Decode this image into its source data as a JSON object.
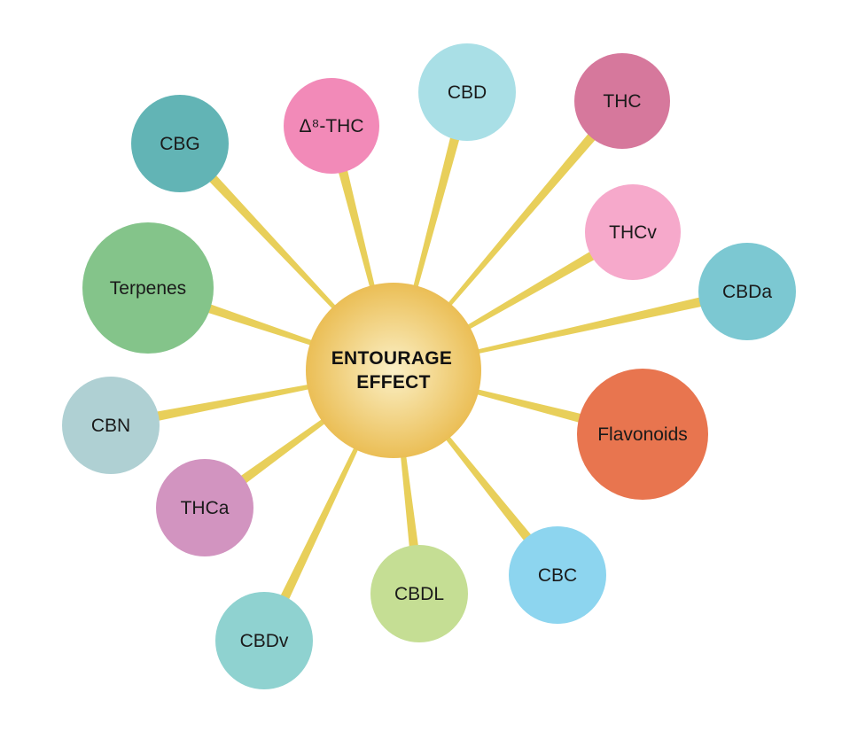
{
  "center": {
    "line1": "ENTOURAGE",
    "line2": "EFFECT",
    "color_light": "#fbf0c6",
    "color_dark": "#e9b94a"
  },
  "connector_color": "#e8cf5a",
  "nodes": [
    {
      "id": "cbg",
      "label": "CBG",
      "color": "#62b4b5"
    },
    {
      "id": "delta8-thc",
      "label": "Δ⁸-THC",
      "color": "#f28ab8"
    },
    {
      "id": "cbd",
      "label": "CBD",
      "color": "#a9dfe6"
    },
    {
      "id": "thc",
      "label": "THC",
      "color": "#d6789c"
    },
    {
      "id": "thcv",
      "label": "THCv",
      "color": "#f6a9cb"
    },
    {
      "id": "cbda",
      "label": "CBDa",
      "color": "#7cc8d2"
    },
    {
      "id": "flavonoids",
      "label": "Flavonoids",
      "color": "#e8754f"
    },
    {
      "id": "cbc",
      "label": "CBC",
      "color": "#8dd5ef"
    },
    {
      "id": "cbdl",
      "label": "CBDL",
      "color": "#c5de94"
    },
    {
      "id": "cbdv",
      "label": "CBDv",
      "color": "#8fd2d0"
    },
    {
      "id": "thca",
      "label": "THCa",
      "color": "#d294c0"
    },
    {
      "id": "cbn",
      "label": "CBN",
      "color": "#afd0d3"
    },
    {
      "id": "terpenes",
      "label": "Terpenes",
      "color": "#84c48a"
    }
  ]
}
